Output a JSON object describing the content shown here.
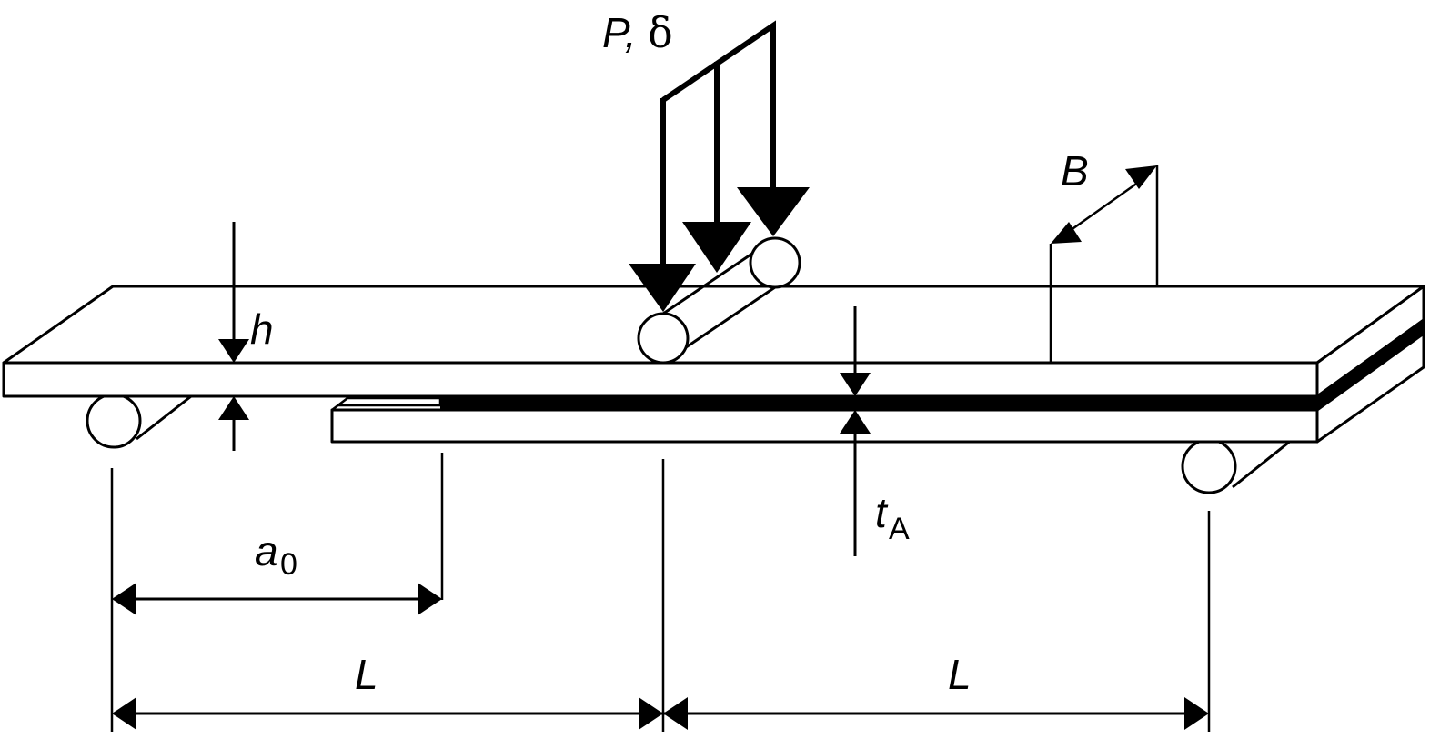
{
  "labels": {
    "load": "P,",
    "deflection": "δ",
    "width": "B",
    "thickness": "h",
    "crack": "a",
    "crack_sub": "0",
    "adhesive": "t",
    "adhesive_sub": "A",
    "span_left": "L",
    "span_right": "L"
  },
  "colors": {
    "stroke": "#000000",
    "fill": "#ffffff"
  }
}
